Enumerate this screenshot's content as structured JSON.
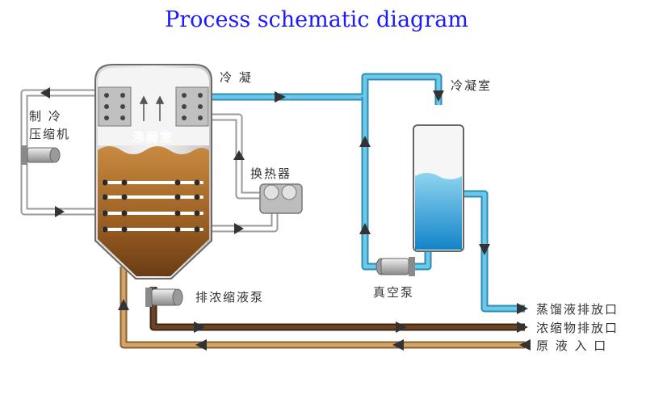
{
  "title": "Process schematic diagram",
  "labels": {
    "condense": "冷 凝",
    "condenser": "冷凝室",
    "compressor_line1": "制  冷",
    "compressor_line2": "压缩机",
    "boiling_chamber": "沸腾室",
    "heat_exchanger": "换热器",
    "concentrate_pump": "排浓缩液泵",
    "vacuum_pump": "真空泵",
    "distillate_outlet": "蒸馏液排放口",
    "concentrate_outlet": "浓缩物排放口",
    "raw_inlet": "原 液 入 口"
  },
  "colors": {
    "title": "#1a1aff",
    "water_line": "#5bb8dc",
    "concentrate_line": "#5a3a22",
    "raw_line": "#c89858",
    "refrigerant_line": "#c8c8c8",
    "liquid_blue": "#1e9fd6",
    "liquid_brown": "#a56a2a"
  }
}
